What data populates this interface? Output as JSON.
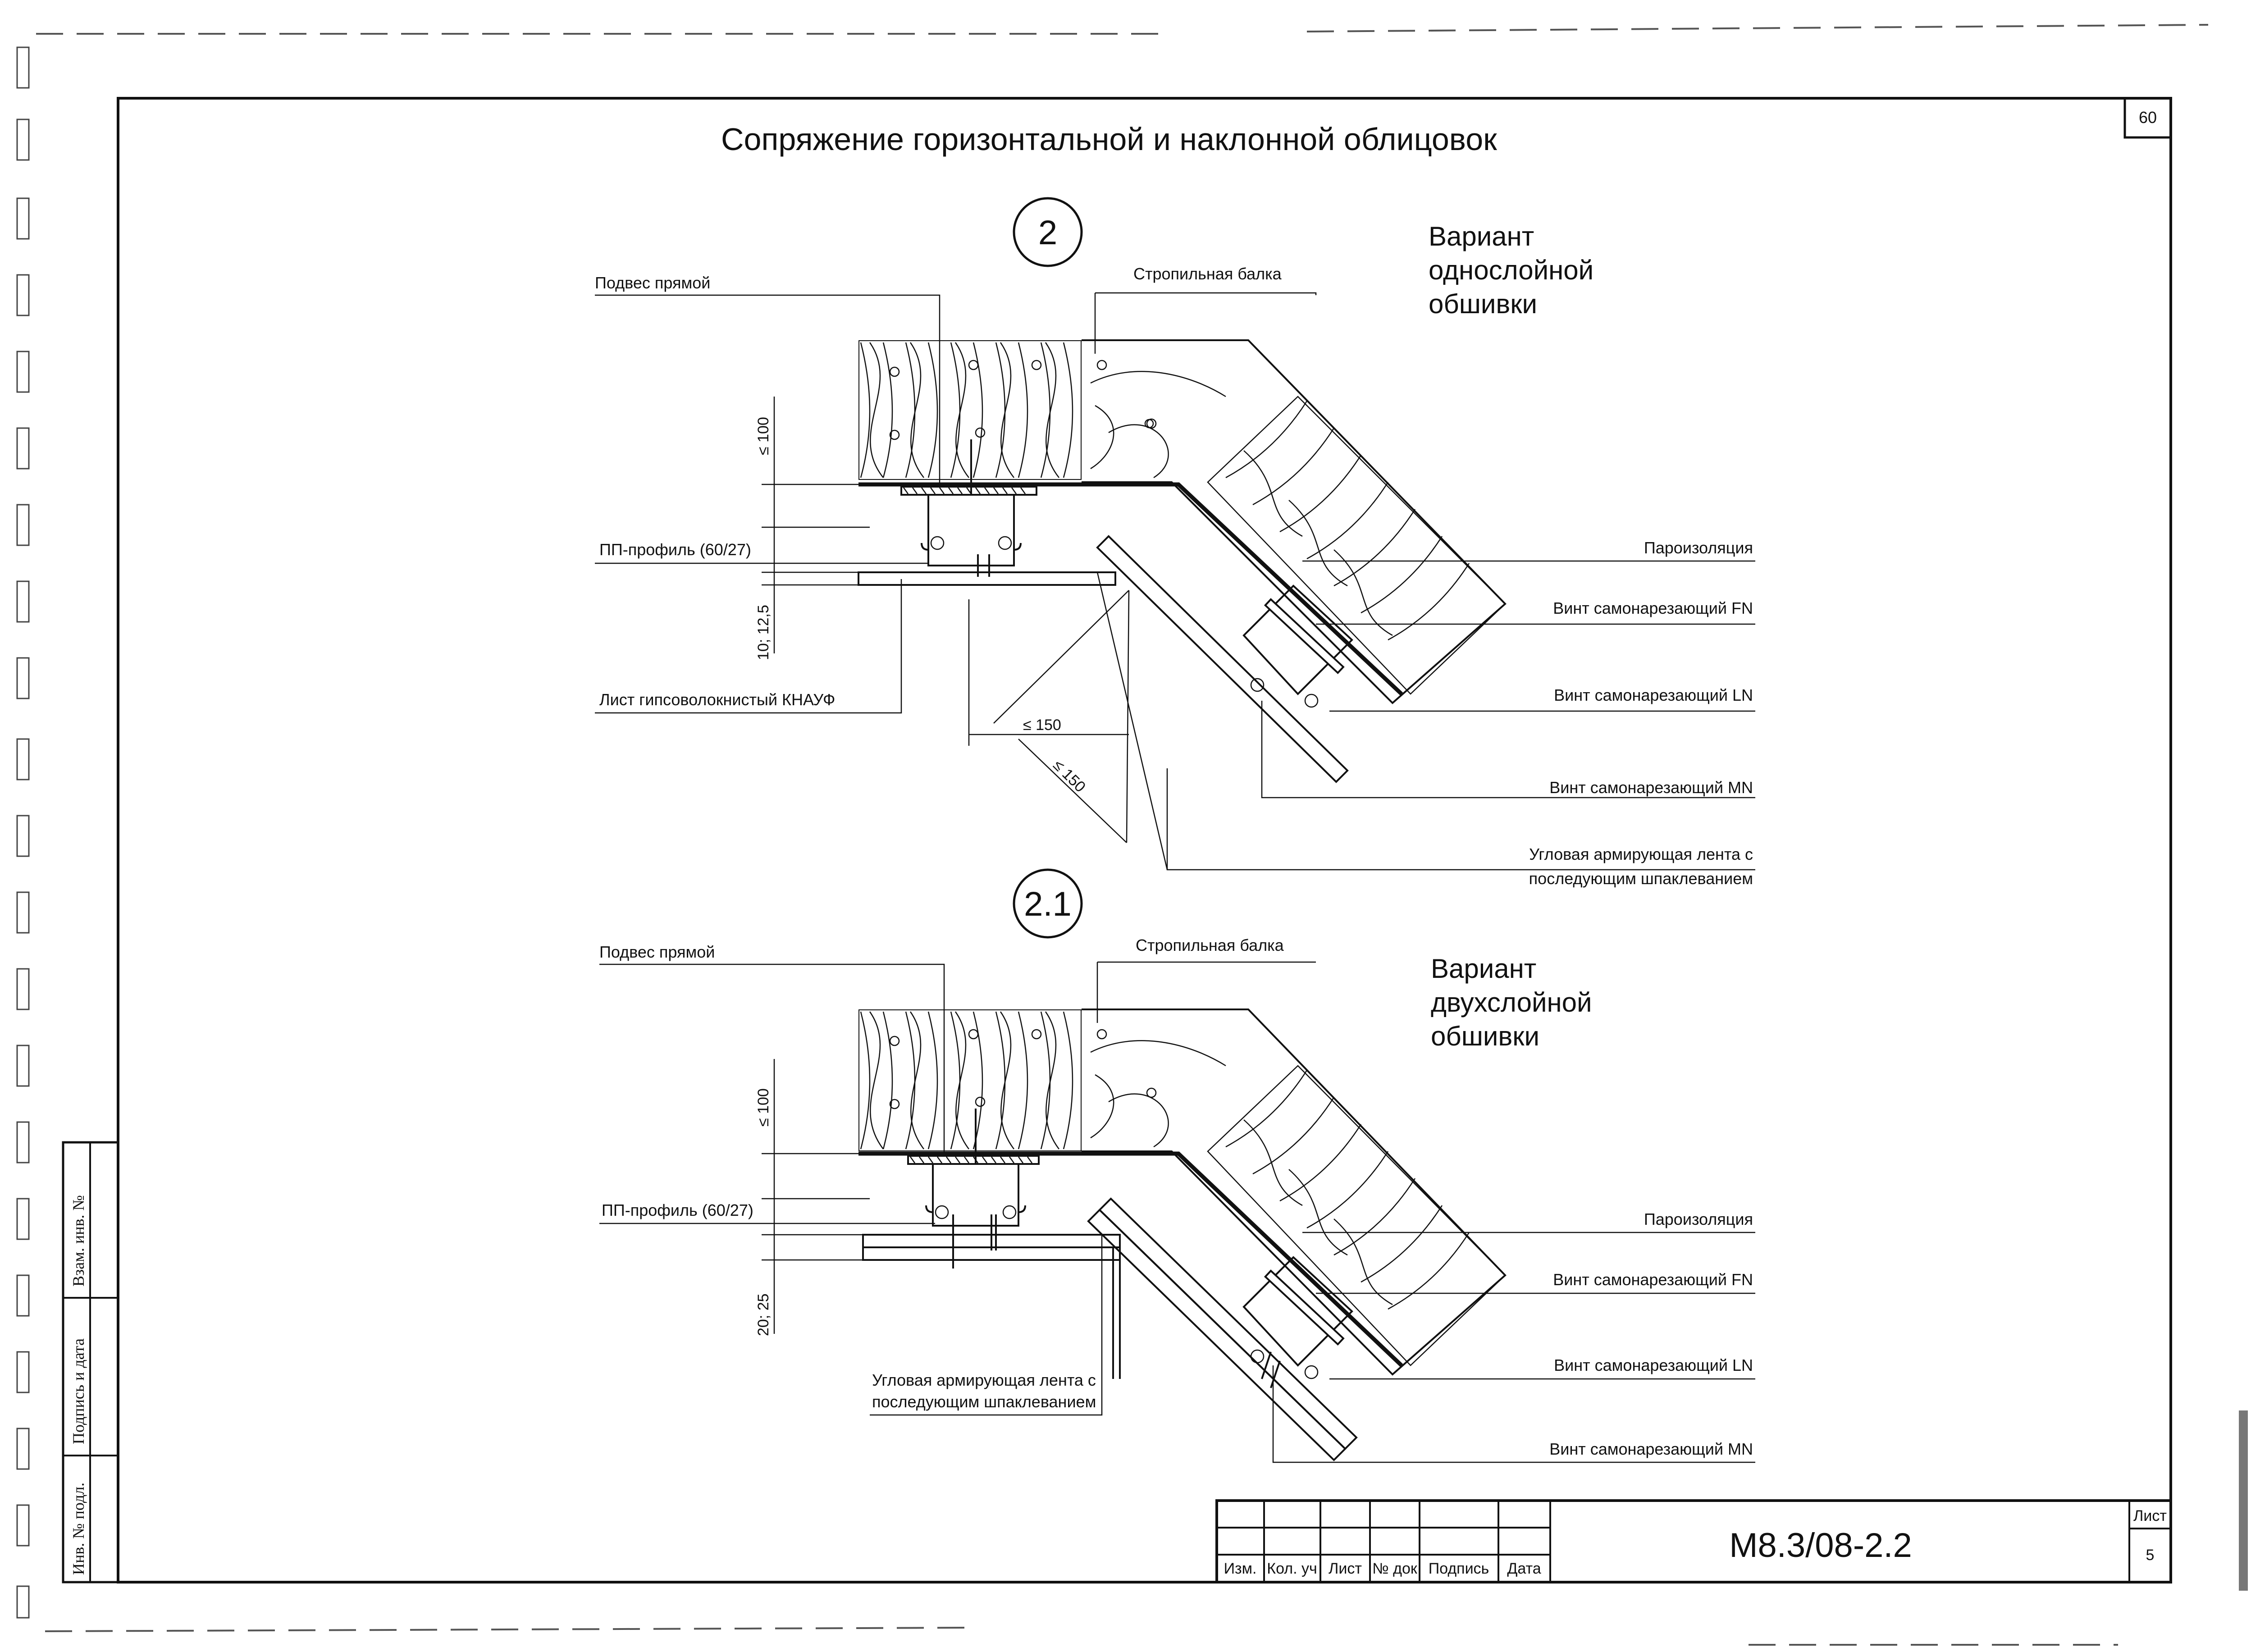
{
  "sheet": {
    "corner_number": "60",
    "title": "Сопряжение горизонтальной и наклонной облицовок"
  },
  "detail1": {
    "marker": "2",
    "variant": [
      "Вариант",
      "однослойной",
      "обшивки"
    ],
    "labels": {
      "hanger": "Подвес прямой",
      "rafter": "Стропильная балка",
      "profile": "ПП-профиль (60/27)",
      "board": "Лист гипсоволокнистый КНАУФ",
      "vapor": "Пароизоляция",
      "screw_fn": "Винт самонарезающий FN",
      "screw_ln": "Винт самонарезающий LN",
      "screw_mn": "Винт самонарезающий MN",
      "tape_line1": "Угловая армирующая лента с",
      "tape_line2": "последующим шпаклеванием"
    },
    "dims": {
      "gap": "≤ 100",
      "thickness": "10; 12,5",
      "h150": "≤ 150",
      "d150": "≤ 150"
    }
  },
  "detail2": {
    "marker": "2.1",
    "variant": [
      "Вариант",
      "двухслойной",
      "обшивки"
    ],
    "labels": {
      "hanger": "Подвес прямой",
      "rafter": "Стропильная балка",
      "profile": "ПП-профиль (60/27)",
      "vapor": "Пароизоляция",
      "screw_fn": "Винт самонарезающий FN",
      "screw_ln": "Винт самонарезающий LN",
      "screw_mn": "Винт самонарезающий MN",
      "tape_line1": "Угловая армирующая лента с",
      "tape_line2": "последующим шпаклеванием"
    },
    "dims": {
      "gap": "≤ 100",
      "thickness": "20; 25"
    }
  },
  "side_stamp": {
    "cells": [
      "Взам. инв. №",
      "Подпись и дата",
      "Инв. № подл."
    ]
  },
  "title_block": {
    "headers": [
      "Изм.",
      "Кол. уч",
      "Лист",
      "№ док",
      "Подпись",
      "Дата"
    ],
    "code": "М8.3/08-2.2",
    "sheet_label": "Лист",
    "sheet_number": "5"
  }
}
